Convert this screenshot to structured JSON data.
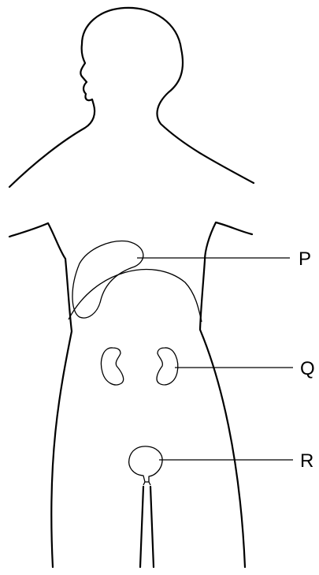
{
  "labels": {
    "p": "P",
    "q": "Q",
    "r": "R"
  },
  "colors": {
    "stroke": "#000000",
    "background": "#ffffff"
  }
}
